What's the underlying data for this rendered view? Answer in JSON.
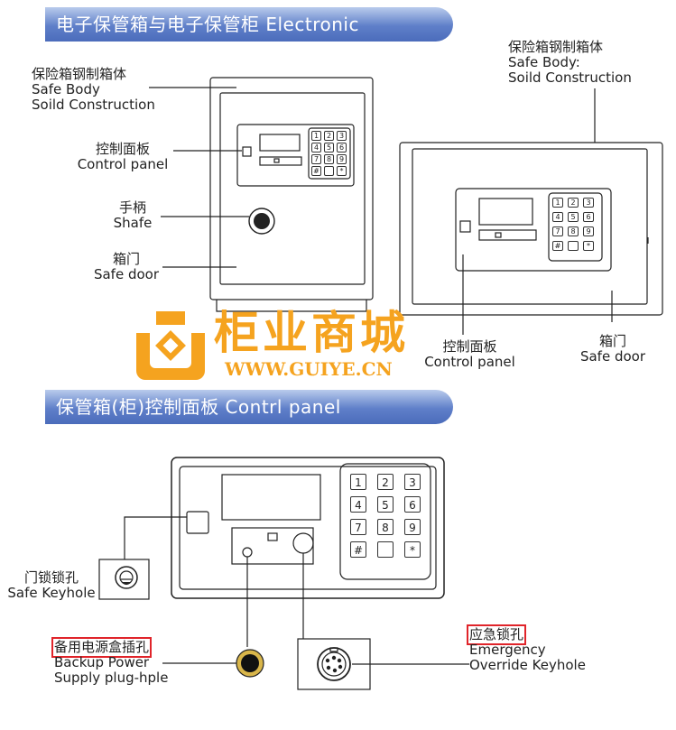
{
  "banners": {
    "top": "电子保管箱与电子保管柜 Electronic",
    "bottom": "保管箱(柜)控制面板  Contrl panel"
  },
  "left_safe": {
    "body_zh": "保险箱钢制箱体",
    "body_en1": "Safe Body",
    "body_en2": "Soild Construction",
    "panel_zh": "控制面板",
    "panel_en": "Control panel",
    "handle_zh": "手柄",
    "handle_en": "Shafe",
    "door_zh": "箱门",
    "door_en": "Safe door"
  },
  "right_safe": {
    "body_zh": "保险箱钢制箱体",
    "body_en1": "Safe Body:",
    "body_en2": "Soild Construction",
    "panel_zh": "控制面板",
    "panel_en": "Control panel",
    "door_zh": "箱门",
    "door_en": "Safe door"
  },
  "watermark": {
    "name": "柜业商城",
    "url": "WWW.GUIYE.CN",
    "color": "#f5a31f"
  },
  "keypad": [
    "1",
    "2",
    "3",
    "4",
    "5",
    "6",
    "7",
    "8",
    "9",
    "#",
    "",
    "*"
  ],
  "panel_detail": {
    "keyhole_zh": "门锁锁孔",
    "keyhole_en": "Safe Keyhole",
    "backup_zh": "备用电源盒插孔",
    "backup_en1": "Backup Power",
    "backup_en2": "Supply plug-hple",
    "emergency_zh": "应急锁孔",
    "emergency_en1": "Emergency",
    "emergency_en2": "Override Keyhole"
  },
  "colors": {
    "banner_start": "#b9cbec",
    "banner_end": "#4b6cbb",
    "highlight": "#e0242a",
    "line": "#222222"
  }
}
